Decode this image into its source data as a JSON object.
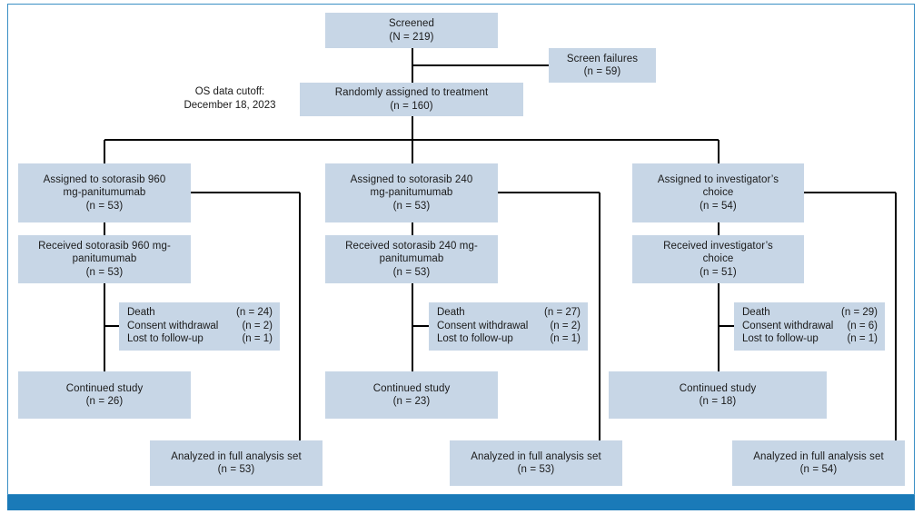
{
  "screened": {
    "label": "Screened",
    "count": "(N = 219)"
  },
  "screen_failures": {
    "label": "Screen failures",
    "count": "(n = 59)"
  },
  "cutoff": {
    "line1": "OS data cutoff:",
    "line2": "December 18, 2023"
  },
  "randomized": {
    "label": "Randomly assigned to treatment",
    "count": "(n = 160)"
  },
  "arms": [
    {
      "assigned": {
        "line1": "Assigned to sotorasib 960",
        "line2": "mg-panitumumab",
        "count": "(n = 53)"
      },
      "received": {
        "line1": "Received sotorasib 960 mg-",
        "line2": "panitumumab",
        "count": "(n = 53)"
      },
      "exclusions": [
        {
          "reason": "Death",
          "count": "(n = 24)"
        },
        {
          "reason": "Consent withdrawal",
          "count": "(n = 2)"
        },
        {
          "reason": "Lost to follow-up",
          "count": "(n = 1)"
        }
      ],
      "continued": {
        "label": "Continued study",
        "count": "(n = 26)"
      },
      "analyzed": {
        "label": "Analyzed in full analysis set",
        "count": "(n = 53)"
      }
    },
    {
      "assigned": {
        "line1": "Assigned to sotorasib 240",
        "line2": "mg-panitumumab",
        "count": "(n = 53)"
      },
      "received": {
        "line1": "Received sotorasib 240 mg-",
        "line2": "panitumumab",
        "count": "(n = 53)"
      },
      "exclusions": [
        {
          "reason": "Death",
          "count": "(n = 27)"
        },
        {
          "reason": "Consent withdrawal",
          "count": "(n = 2)"
        },
        {
          "reason": "Lost to follow-up",
          "count": "(n = 1)"
        }
      ],
      "continued": {
        "label": "Continued study",
        "count": "(n = 23)"
      },
      "analyzed": {
        "label": "Analyzed in full analysis set",
        "count": "(n = 53)"
      }
    },
    {
      "assigned": {
        "line1": "Assigned to investigator’s",
        "line2": "choice",
        "count": "(n = 54)"
      },
      "received": {
        "line1": "Received investigator’s",
        "line2": "choice",
        "count": "(n = 51)"
      },
      "exclusions": [
        {
          "reason": "Death",
          "count": "(n = 29)"
        },
        {
          "reason": "Consent withdrawal",
          "count": "(n = 6)"
        },
        {
          "reason": "Lost to follow-up",
          "count": "(n = 1)"
        }
      ],
      "continued": {
        "label": "Continued study",
        "count": "(n = 18)"
      },
      "analyzed": {
        "label": "Analyzed in full analysis set",
        "count": "(n = 54)"
      }
    }
  ],
  "colors": {
    "box_fill": "#c7d6e6",
    "frame_border": "#3a8fc4",
    "bottom_bar": "#1a7ab8",
    "line": "#000000"
  }
}
